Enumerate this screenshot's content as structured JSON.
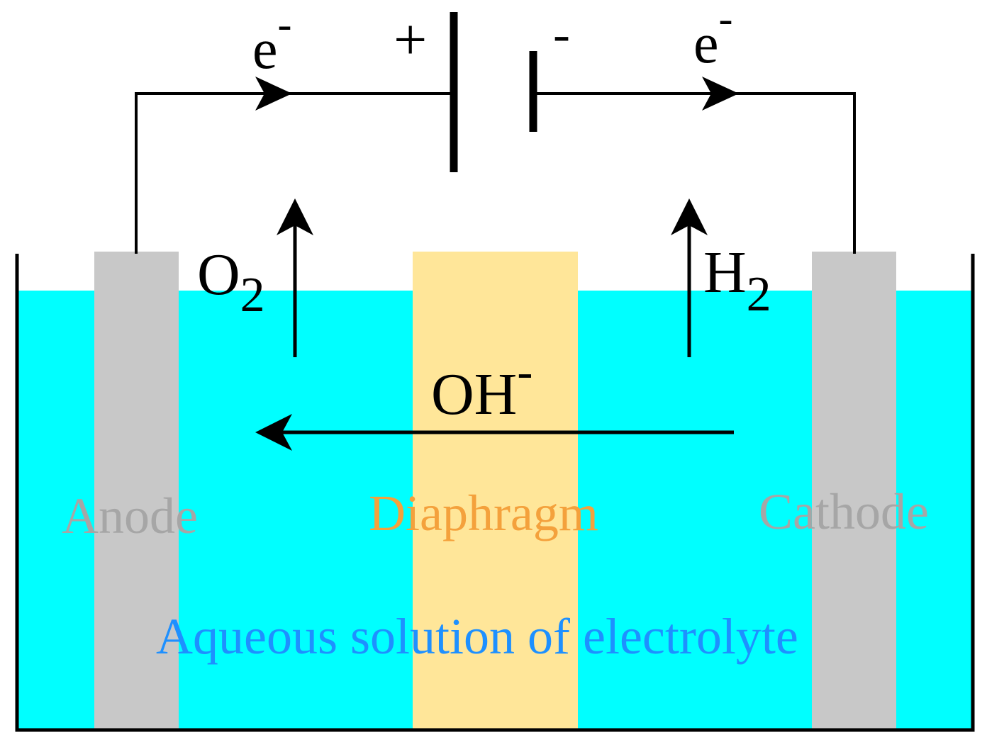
{
  "labels": {
    "electron_left": {
      "base": "e",
      "sup": "-"
    },
    "electron_right": {
      "base": "e",
      "sup": "-"
    },
    "battery_positive": "+",
    "battery_negative": "-",
    "oxygen": {
      "base": "O",
      "sub": "2"
    },
    "hydrogen": {
      "base": "H",
      "sub": "2"
    },
    "hydroxide": {
      "base": "OH",
      "sup": "-"
    },
    "anode": "Anode",
    "cathode": "Cathode",
    "diaphragm": "Diaphragm",
    "electrolyte": "Aqueous solution of electrolyte"
  },
  "colors": {
    "electrolyte_fill": "#00FFFF",
    "electrode_fill": "#C8C8C8",
    "diaphragm_fill": "#FFE699",
    "line": "#000000",
    "anode_text": "#A6A6A6",
    "cathode_text": "#A6A6A6",
    "diaphragm_text": "#F4A13C",
    "electrolyte_text": "#1E90FF"
  }
}
